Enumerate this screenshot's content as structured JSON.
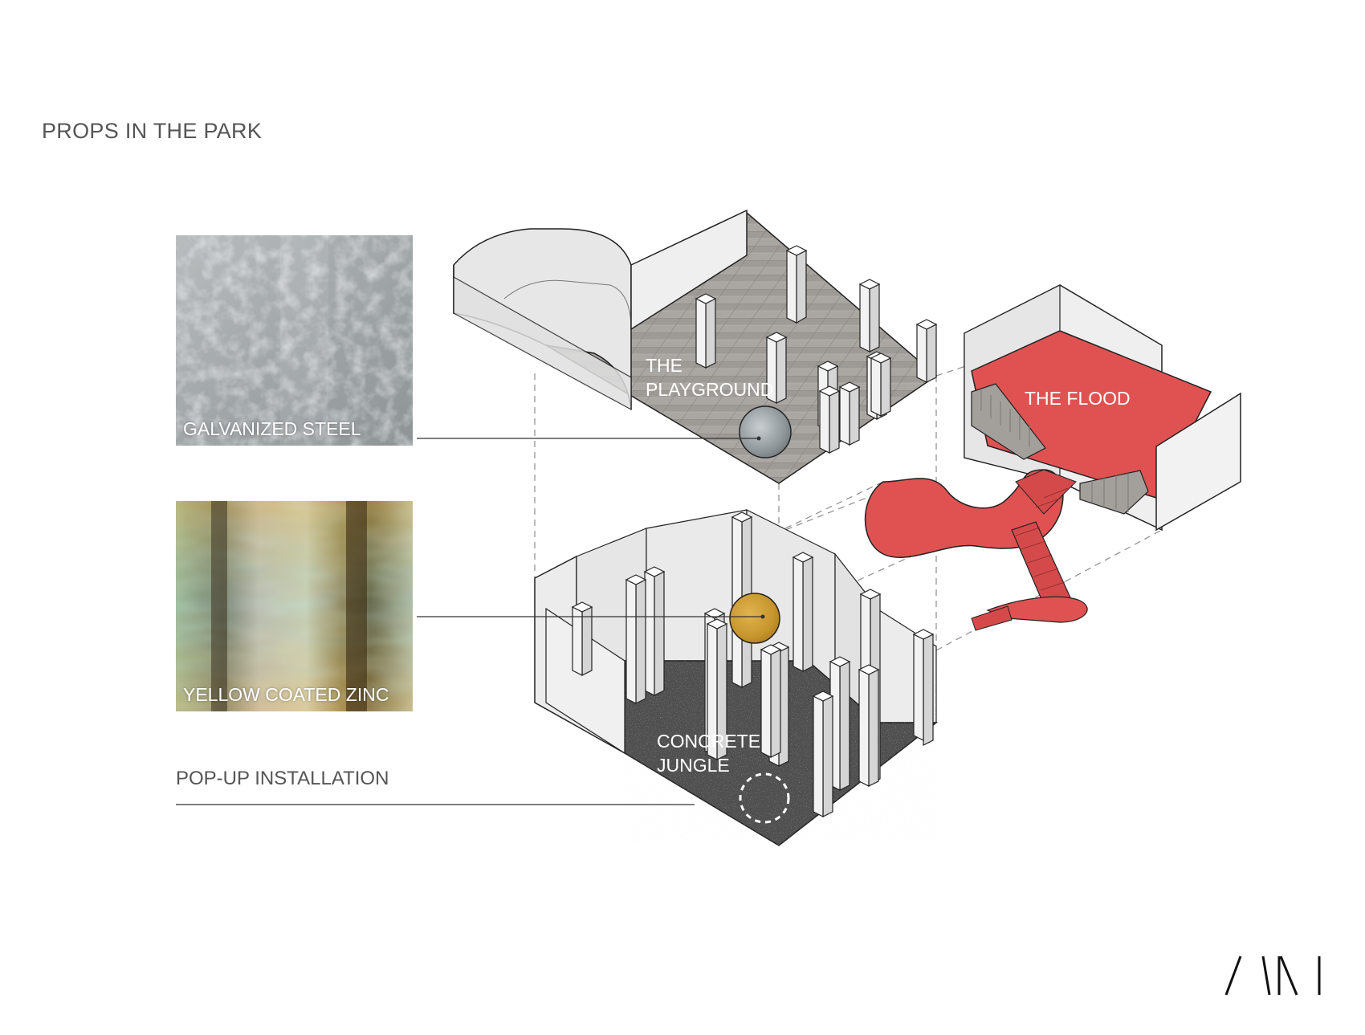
{
  "title": "PROPS IN THE PARK",
  "materials": [
    {
      "label": "GALVANIZED STEEL"
    },
    {
      "label": "YELLOW COATED ZINC"
    }
  ],
  "installation": {
    "label": "POP-UP INSTALLATION"
  },
  "zones": {
    "playground": {
      "line1": "THE",
      "line2": "PLAYGROUND"
    },
    "flood": {
      "label": "THE FLOOD"
    },
    "jungle": {
      "line1": "CONCRETE",
      "line2": "JUNGLE"
    }
  },
  "logo": {
    "text": "AIM"
  },
  "colors": {
    "flood_red": "#e05252",
    "wall_gray": "#e4e4e4",
    "paving_gray": "#a9a6a2",
    "terrazzo_dark": "#4f4f4f",
    "brass": "#c9982e",
    "text_gray": "#555555"
  }
}
